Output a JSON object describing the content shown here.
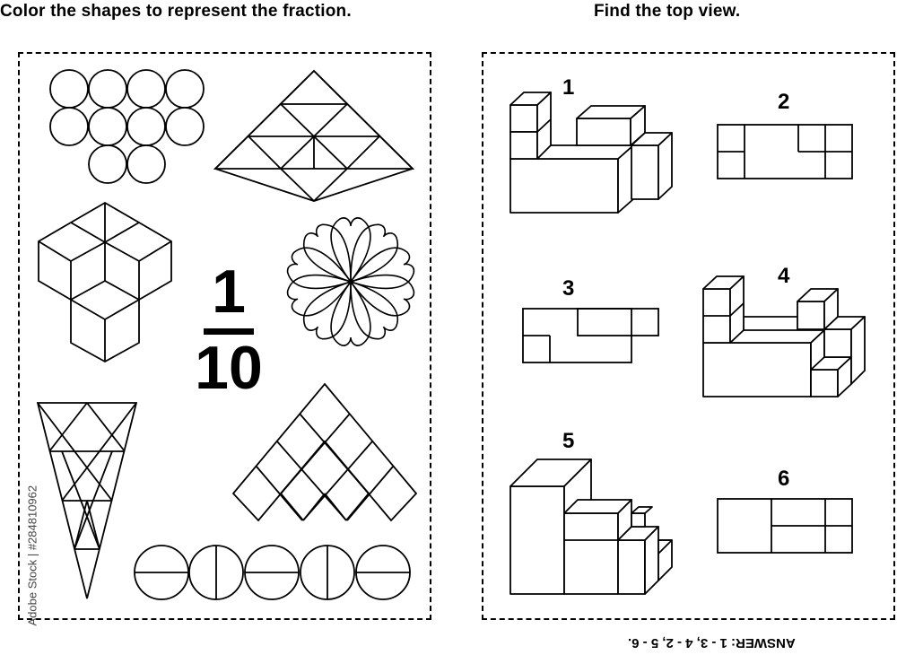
{
  "left_heading": "Color the shapes to represent the fraction.",
  "right_heading": "Find the top view.",
  "fraction": {
    "numerator": "1",
    "denominator": "10"
  },
  "item_numbers": [
    "1",
    "2",
    "3",
    "4",
    "5",
    "6"
  ],
  "answer": "ANSWER: 1 - 3, 4 - 2, 5 - 6.",
  "watermark": "Adobe Stock | #284810962"
}
